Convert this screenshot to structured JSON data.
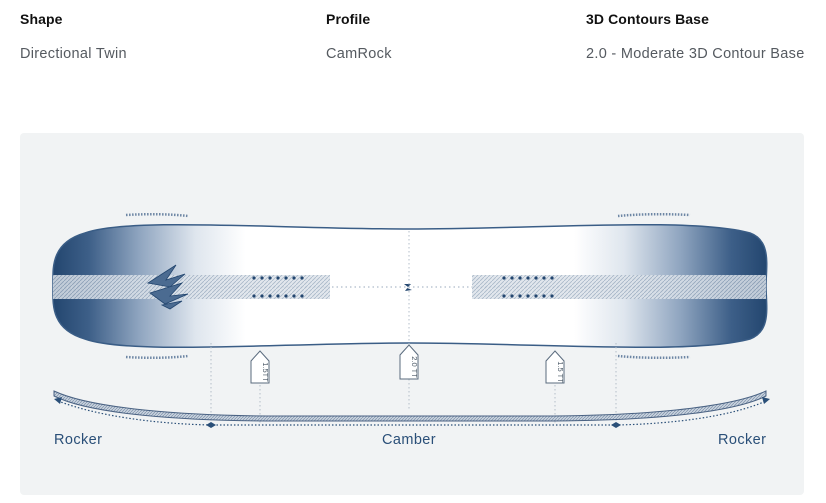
{
  "specs": [
    {
      "title": "Shape",
      "value": "Directional Twin"
    },
    {
      "title": "Profile",
      "value": "CamRock"
    },
    {
      "title": "3D Contours Base",
      "value": "2.0 - Moderate 3D Contour Base"
    }
  ],
  "diagram": {
    "markers": {
      "left": "1.5TT",
      "center": "2.0 TT",
      "right": "1.5 TT"
    },
    "profile_labels": {
      "left": "Rocker",
      "center": "Camber",
      "right": "Rocker"
    }
  },
  "colors": {
    "navy": "#23466f",
    "label": "#2a4f78",
    "panel": "#f1f3f4"
  }
}
